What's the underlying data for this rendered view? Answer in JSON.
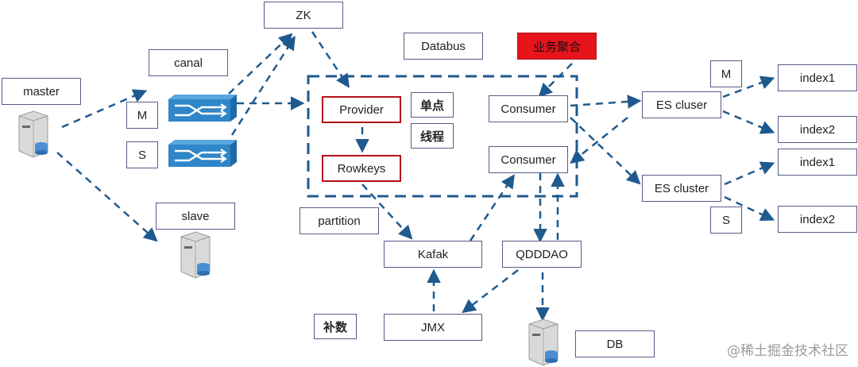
{
  "nodes": {
    "zk": "ZK",
    "canal": "canal",
    "master": "master",
    "m_left": "M",
    "s_left": "S",
    "slave": "slave",
    "databus": "Databus",
    "business_agg": "业务聚合",
    "provider": "Provider",
    "rowkeys": "Rowkeys",
    "single_point": "单点",
    "thread": "线程",
    "consumer1": "Consumer",
    "consumer2": "Consumer",
    "partition": "partition",
    "kafak": "Kafak",
    "qdddao": "QDDDAO",
    "jmx": "JMX",
    "supplement": "补数",
    "db": "DB",
    "es_cluser": "ES cluser",
    "es_cluster": "ES cluster",
    "m_right": "M",
    "s_right": "S",
    "index1_top": "index1",
    "index2_top": "index2",
    "index1_bottom": "index1",
    "index2_bottom": "index2"
  },
  "watermark": "@稀土掘金技术社区",
  "icons": {
    "server": "server-icon",
    "switch": "network-switch-icon"
  },
  "colors": {
    "arrow": "#1f5a8e",
    "red_border": "#b5121b",
    "red_fill": "#e8141b",
    "switch": "#2f86c8"
  }
}
